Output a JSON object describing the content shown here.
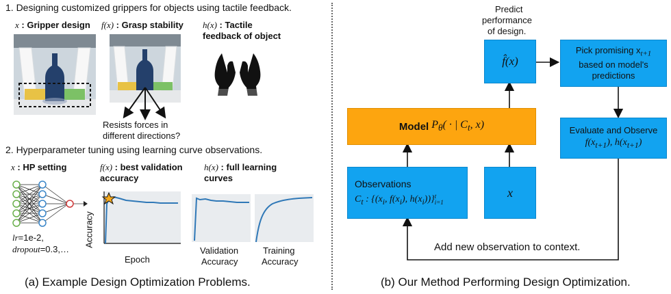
{
  "left": {
    "heading1": "1. Designing customized grippers for objects using tactile feedback.",
    "x_label_var": "x",
    "x_label_text": " : Gripper design",
    "fx_label_var": "f(x)",
    "fx_label_text": " : Grasp stability",
    "hx_label_var": "h(x)",
    "hx_label_text": " : Tactile",
    "hx_label_text2": "feedback of object",
    "resists_1": "Resists forces in",
    "resists_2": "different directions?",
    "heading2": "2. Hyperparameter tuning using learning curve observations.",
    "hp_var": "x",
    "hp_text": " : HP setting",
    "hp_lr_var": "lr",
    "hp_lr_val": "=1e-2,",
    "hp_dropout_var": "dropout",
    "hp_dropout_val": "=0.3,…",
    "f2_var": "f(x)",
    "f2_text": " : best validation",
    "f2_text2": "accuracy",
    "h2_var": "h(x)",
    "h2_text": " : full learning",
    "h2_text2": "curves",
    "axis_accuracy": "Accuracy",
    "axis_epoch": "Epoch",
    "val_label_1": "Validation",
    "val_label_2": "Accuracy",
    "train_label_1": "Training",
    "train_label_2": "Accuracy",
    "caption": "(a) Example Design Optimization Problems."
  },
  "right": {
    "predict_1": "Predict",
    "predict_2": "performance",
    "predict_3": "of design.",
    "fhat": "f̂(x)",
    "pick_1": "Pick promising x",
    "pick_sub": "t+1",
    "pick_2": "based on model's",
    "pick_3": "predictions",
    "model_label": "Model",
    "model_expr": "P",
    "model_sub": "θ",
    "model_args": "( · | C",
    "model_args_sub": "t",
    "model_args_end": ", x)",
    "evaluate_1": "Evaluate and Observe",
    "evaluate_2": "f(x",
    "evaluate_2_sub": "t+1",
    "evaluate_2_mid": "), h(x",
    "evaluate_2_sub2": "t+1",
    "evaluate_2_end": ")",
    "obs_title": "Observations",
    "obs_expr": "C",
    "obs_sub": "t",
    "obs_expr_rest": " : {(x",
    "obs_i1": "i",
    "obs_expr2": ", f(x",
    "obs_i2": "i",
    "obs_expr3": "), h(x",
    "obs_i3": "i",
    "obs_expr4": "))}",
    "obs_sup": "t",
    "obs_sub_end": "i=1",
    "x_box": "x",
    "add_obs": "Add new observation to context.",
    "caption": "(b) Our Method Performing Design Optimization."
  },
  "colors": {
    "blue_box": "#12a3f0",
    "orange_box": "#fda50f",
    "curve": "#2f78b7",
    "star": "#f4a81d"
  }
}
